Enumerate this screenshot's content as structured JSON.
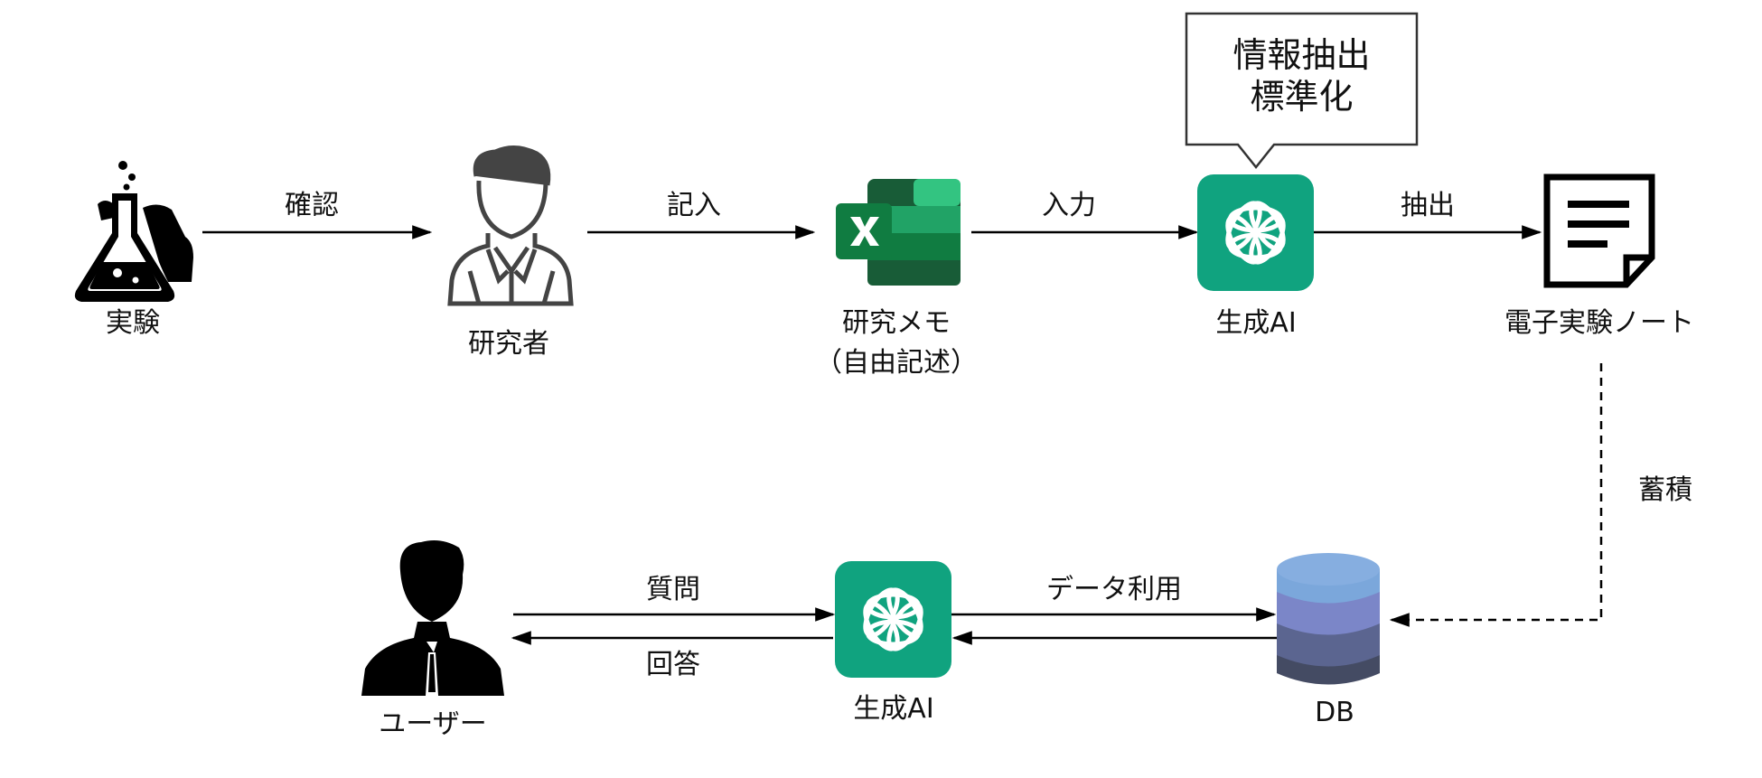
{
  "nodes": {
    "experiment": "実験",
    "researcher": "研究者",
    "memo_line1": "研究メモ",
    "memo_line2": "（自由記述）",
    "ai_top": "生成AI",
    "eln": "電子実験ノート",
    "user": "ユーザー",
    "ai_bottom": "生成AI",
    "db": "DB"
  },
  "edges": {
    "confirm": "確認",
    "write": "記入",
    "input": "入力",
    "extract": "抽出",
    "accumulate": "蓄積",
    "question": "質問",
    "answer": "回答",
    "data_use": "データ利用"
  },
  "callout": {
    "line1": "情報抽出",
    "line2": "標準化"
  },
  "icons": {
    "experiment": "flask-hand-icon",
    "researcher": "researcher-person-icon",
    "memo": "excel-icon",
    "ai": "chatgpt-logo-icon",
    "eln": "document-icon",
    "user": "user-silhouette-icon",
    "db": "database-icon"
  },
  "colors": {
    "excel_dark": "#185C37",
    "excel_mid": "#21A366",
    "excel_light": "#33C481",
    "ai_green": "#10A37F",
    "db_top": "#7BA7DB",
    "db_mid": "#7B86C8",
    "db_low": "#5B6590",
    "db_bottom": "#444B63"
  }
}
